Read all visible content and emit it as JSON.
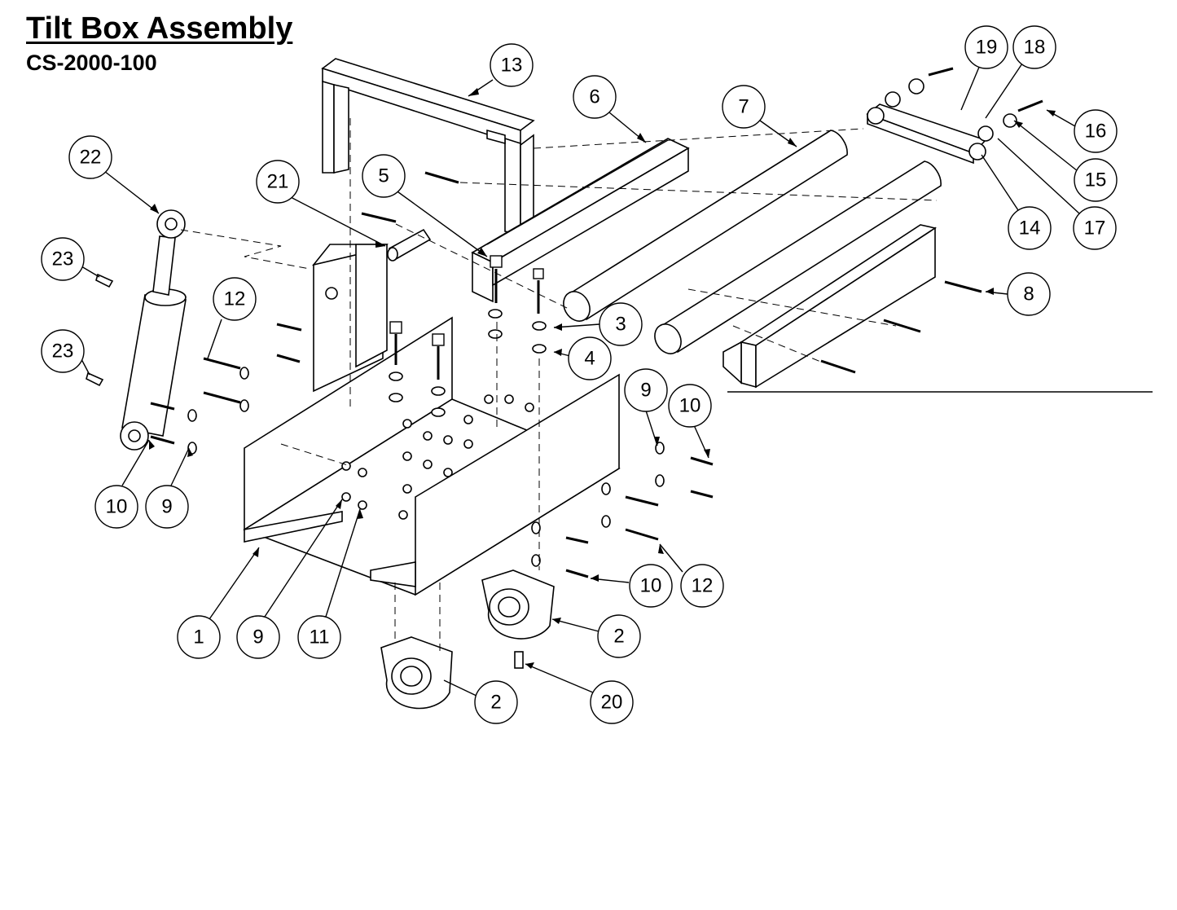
{
  "title": "Tilt Box Assembly",
  "part_number": "CS-2000-100",
  "callouts": [
    {
      "id": "c13",
      "label": "13"
    },
    {
      "id": "c6",
      "label": "6"
    },
    {
      "id": "c7",
      "label": "7"
    },
    {
      "id": "c19",
      "label": "19"
    },
    {
      "id": "c18",
      "label": "18"
    },
    {
      "id": "c16",
      "label": "16"
    },
    {
      "id": "c15",
      "label": "15"
    },
    {
      "id": "c14",
      "label": "14"
    },
    {
      "id": "c17",
      "label": "17"
    },
    {
      "id": "c22",
      "label": "22"
    },
    {
      "id": "c21",
      "label": "21"
    },
    {
      "id": "c5",
      "label": "5"
    },
    {
      "id": "c23a",
      "label": "23"
    },
    {
      "id": "c23b",
      "label": "23"
    },
    {
      "id": "c12a",
      "label": "12"
    },
    {
      "id": "c8",
      "label": "8"
    },
    {
      "id": "c3",
      "label": "3"
    },
    {
      "id": "c4",
      "label": "4"
    },
    {
      "id": "c9a",
      "label": "9"
    },
    {
      "id": "c10a",
      "label": "10"
    },
    {
      "id": "c10b",
      "label": "10"
    },
    {
      "id": "c9b",
      "label": "9"
    },
    {
      "id": "c10c",
      "label": "10"
    },
    {
      "id": "c12b",
      "label": "12"
    },
    {
      "id": "c2a",
      "label": "2"
    },
    {
      "id": "c1",
      "label": "1"
    },
    {
      "id": "c9c",
      "label": "9"
    },
    {
      "id": "c11",
      "label": "11"
    },
    {
      "id": "c2b",
      "label": "2"
    },
    {
      "id": "c20",
      "label": "20"
    }
  ]
}
